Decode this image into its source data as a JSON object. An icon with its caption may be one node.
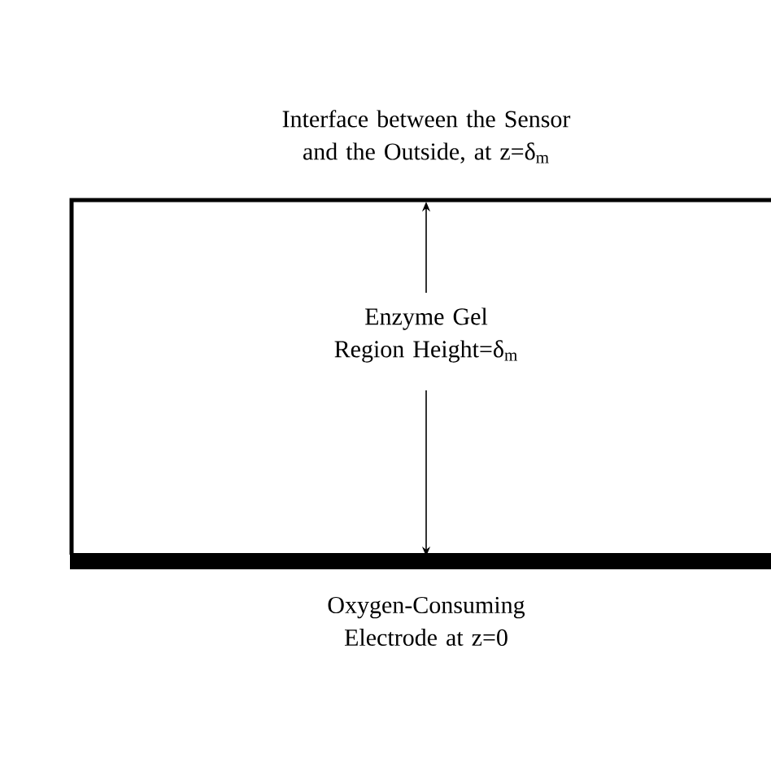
{
  "diagram": {
    "nodes": [
      {
        "text": [
          "Enzyme Gel Region Height=δ$_{m}$"
        ]
      }
    ],
    "labels": [
      "Interface between the Sensor and the Outside, at z=δ$_{m}$",
      "Oxygen-Consuming Electrode at z=0"
    ]
  }
}
